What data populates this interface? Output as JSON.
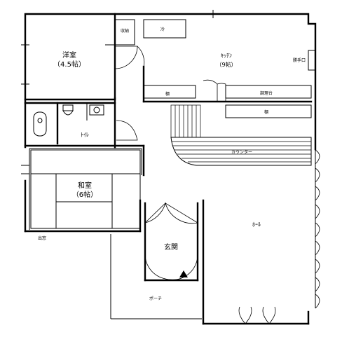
{
  "rooms": {
    "western": {
      "name": "洋室",
      "size": "（4.5帖）"
    },
    "kitchen": {
      "name": "ｷｯﾁﾝ",
      "size": "（9帖）"
    },
    "japanese": {
      "name": "和室",
      "size": "（6帖）"
    },
    "entrance": {
      "name": "玄関"
    },
    "hall": {
      "name": "ﾎｰﾙ"
    },
    "toilet": {
      "name": "ﾄｲﾚ"
    },
    "porch": {
      "name": "ポーチ"
    }
  },
  "fixtures": {
    "storage": "収納",
    "fridge": "冷",
    "back_door": "勝手口",
    "shelf_left": "棚",
    "prep_counter": "調理台",
    "shelf_right": "棚",
    "counter": "カウンター",
    "bay_window": "出窓"
  }
}
